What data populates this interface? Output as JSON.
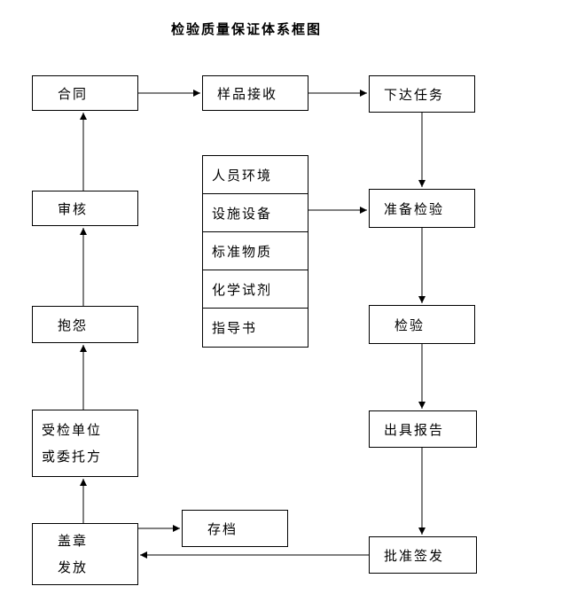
{
  "title": "检验质量保证体系框图",
  "boxes": {
    "contract": "合同",
    "sample_reception": "样品接收",
    "issue_task": "下达任务",
    "review": "审核",
    "resources": [
      "人员环境",
      "设施设备",
      "标准物质",
      "化学试剂",
      "指导书"
    ],
    "prepare_inspection": "准备检验",
    "complaint": "抱怨",
    "inspection": "检验",
    "inspected_unit": {
      "line1": "受检单位",
      "line2": "或委托方"
    },
    "issue_report": "出具报告",
    "archive": "存档",
    "stamp_issue": {
      "line1": "盖章",
      "line2": "发放"
    },
    "approve_issue": "批准签发"
  },
  "colors": {
    "line": "#000000",
    "background": "#ffffff"
  }
}
